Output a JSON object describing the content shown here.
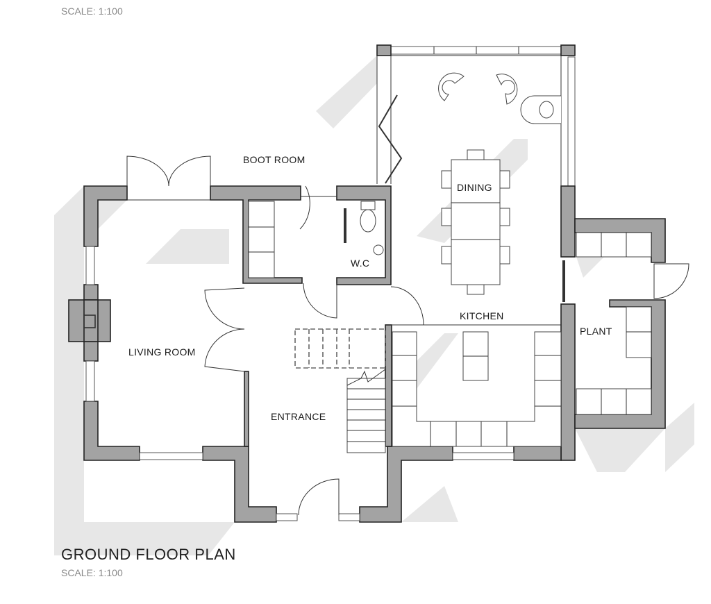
{
  "header": {
    "scale_top": "SCALE: 1:100"
  },
  "plan": {
    "title": "GROUND FLOOR PLAN",
    "scale": "SCALE: 1:100",
    "rooms": {
      "boot_room": "BOOT ROOM",
      "wc": "W.C",
      "dining": "DINING",
      "kitchen": "KITCHEN",
      "plant": "PLANT",
      "living_room": "LIVING ROOM",
      "entrance": "ENTRANCE"
    }
  },
  "colors": {
    "wall": "#a3a3a3",
    "shadow": "#e7e7e7",
    "outline": "#222222"
  }
}
